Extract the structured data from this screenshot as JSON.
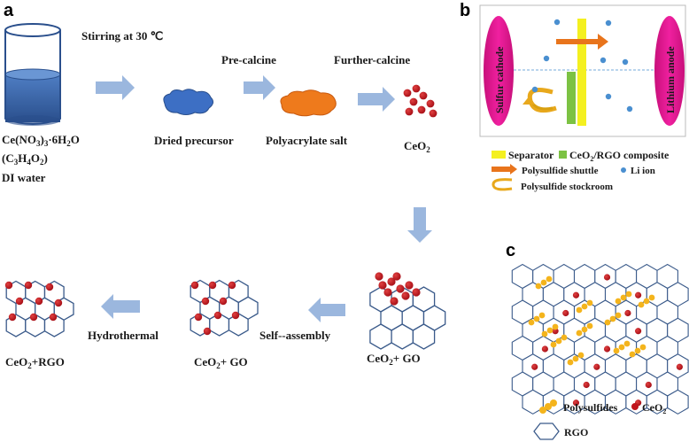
{
  "panels": {
    "a": "a",
    "b": "b",
    "c": "c"
  },
  "panel_a": {
    "beaker_label_1": "Ce(NO",
    "beaker_label_1_sub1": "3",
    "beaker_label_1_mid": ")",
    "beaker_label_1_sub2": "3",
    "beaker_label_1_end": "·6H",
    "beaker_label_1_sub3": "2",
    "beaker_label_1_tail": "O",
    "beaker_label_2": "(C",
    "beaker_label_2_sub1": "3",
    "beaker_label_2_mid": "H",
    "beaker_label_2_sub2": "4",
    "beaker_label_2_mid2": "O",
    "beaker_label_2_sub3": "2",
    "beaker_label_2_end": ")",
    "beaker_label_3": "DI water",
    "step1": "Stirring at 30 ℃",
    "step2": "Pre-calcine",
    "step3": "Further-calcine",
    "product1": "Dried precursor",
    "product2": "Polyacrylate salt",
    "product3": "CeO",
    "product3_sub": "2",
    "bottom_right_label": "CeO",
    "bottom_right_label_sub": "2",
    "bottom_right_label_end": "+ GO",
    "bottom_mid_label": "CeO",
    "bottom_mid_label_sub": "2",
    "bottom_mid_label_end": "+ GO",
    "bottom_left_label": "CeO",
    "bottom_left_label_sub": "2",
    "bottom_left_label_end": "+RGO",
    "step_self_assembly": "Self--assembly",
    "step_hydrothermal": "Hydrothermal"
  },
  "panel_b": {
    "cathode": "Sulfur cathode",
    "anode": "Lithium anode",
    "legend_separator": "Separator",
    "legend_composite_pre": "CeO",
    "legend_composite_sub": "2",
    "legend_composite_post": "/RGO composite",
    "legend_shuttle": "Polysulfide shuttle",
    "legend_li": "Li ion",
    "legend_stockroom": "Polysulfide stockroom"
  },
  "panel_c": {
    "legend_polysulfides": "Polysulfides",
    "legend_ceo2": "CeO",
    "legend_ceo2_sub": "2",
    "legend_rgo": "RGO"
  },
  "colors": {
    "arrow": "#9bb7de",
    "beaker_water": "#3a66a8",
    "precursor": "#3d6fc4",
    "salt": "#ee7a1c",
    "ceo2": "#c0141c",
    "hex_stroke": "#3a5a8a",
    "electrode": "#e0148c",
    "separator": "#f4f020",
    "composite": "#7cc243",
    "shuttle": "#e8741c",
    "li_ion": "#4a8fd0",
    "stockroom": "#e8a81c",
    "polysulfide": "#f4b41c"
  }
}
